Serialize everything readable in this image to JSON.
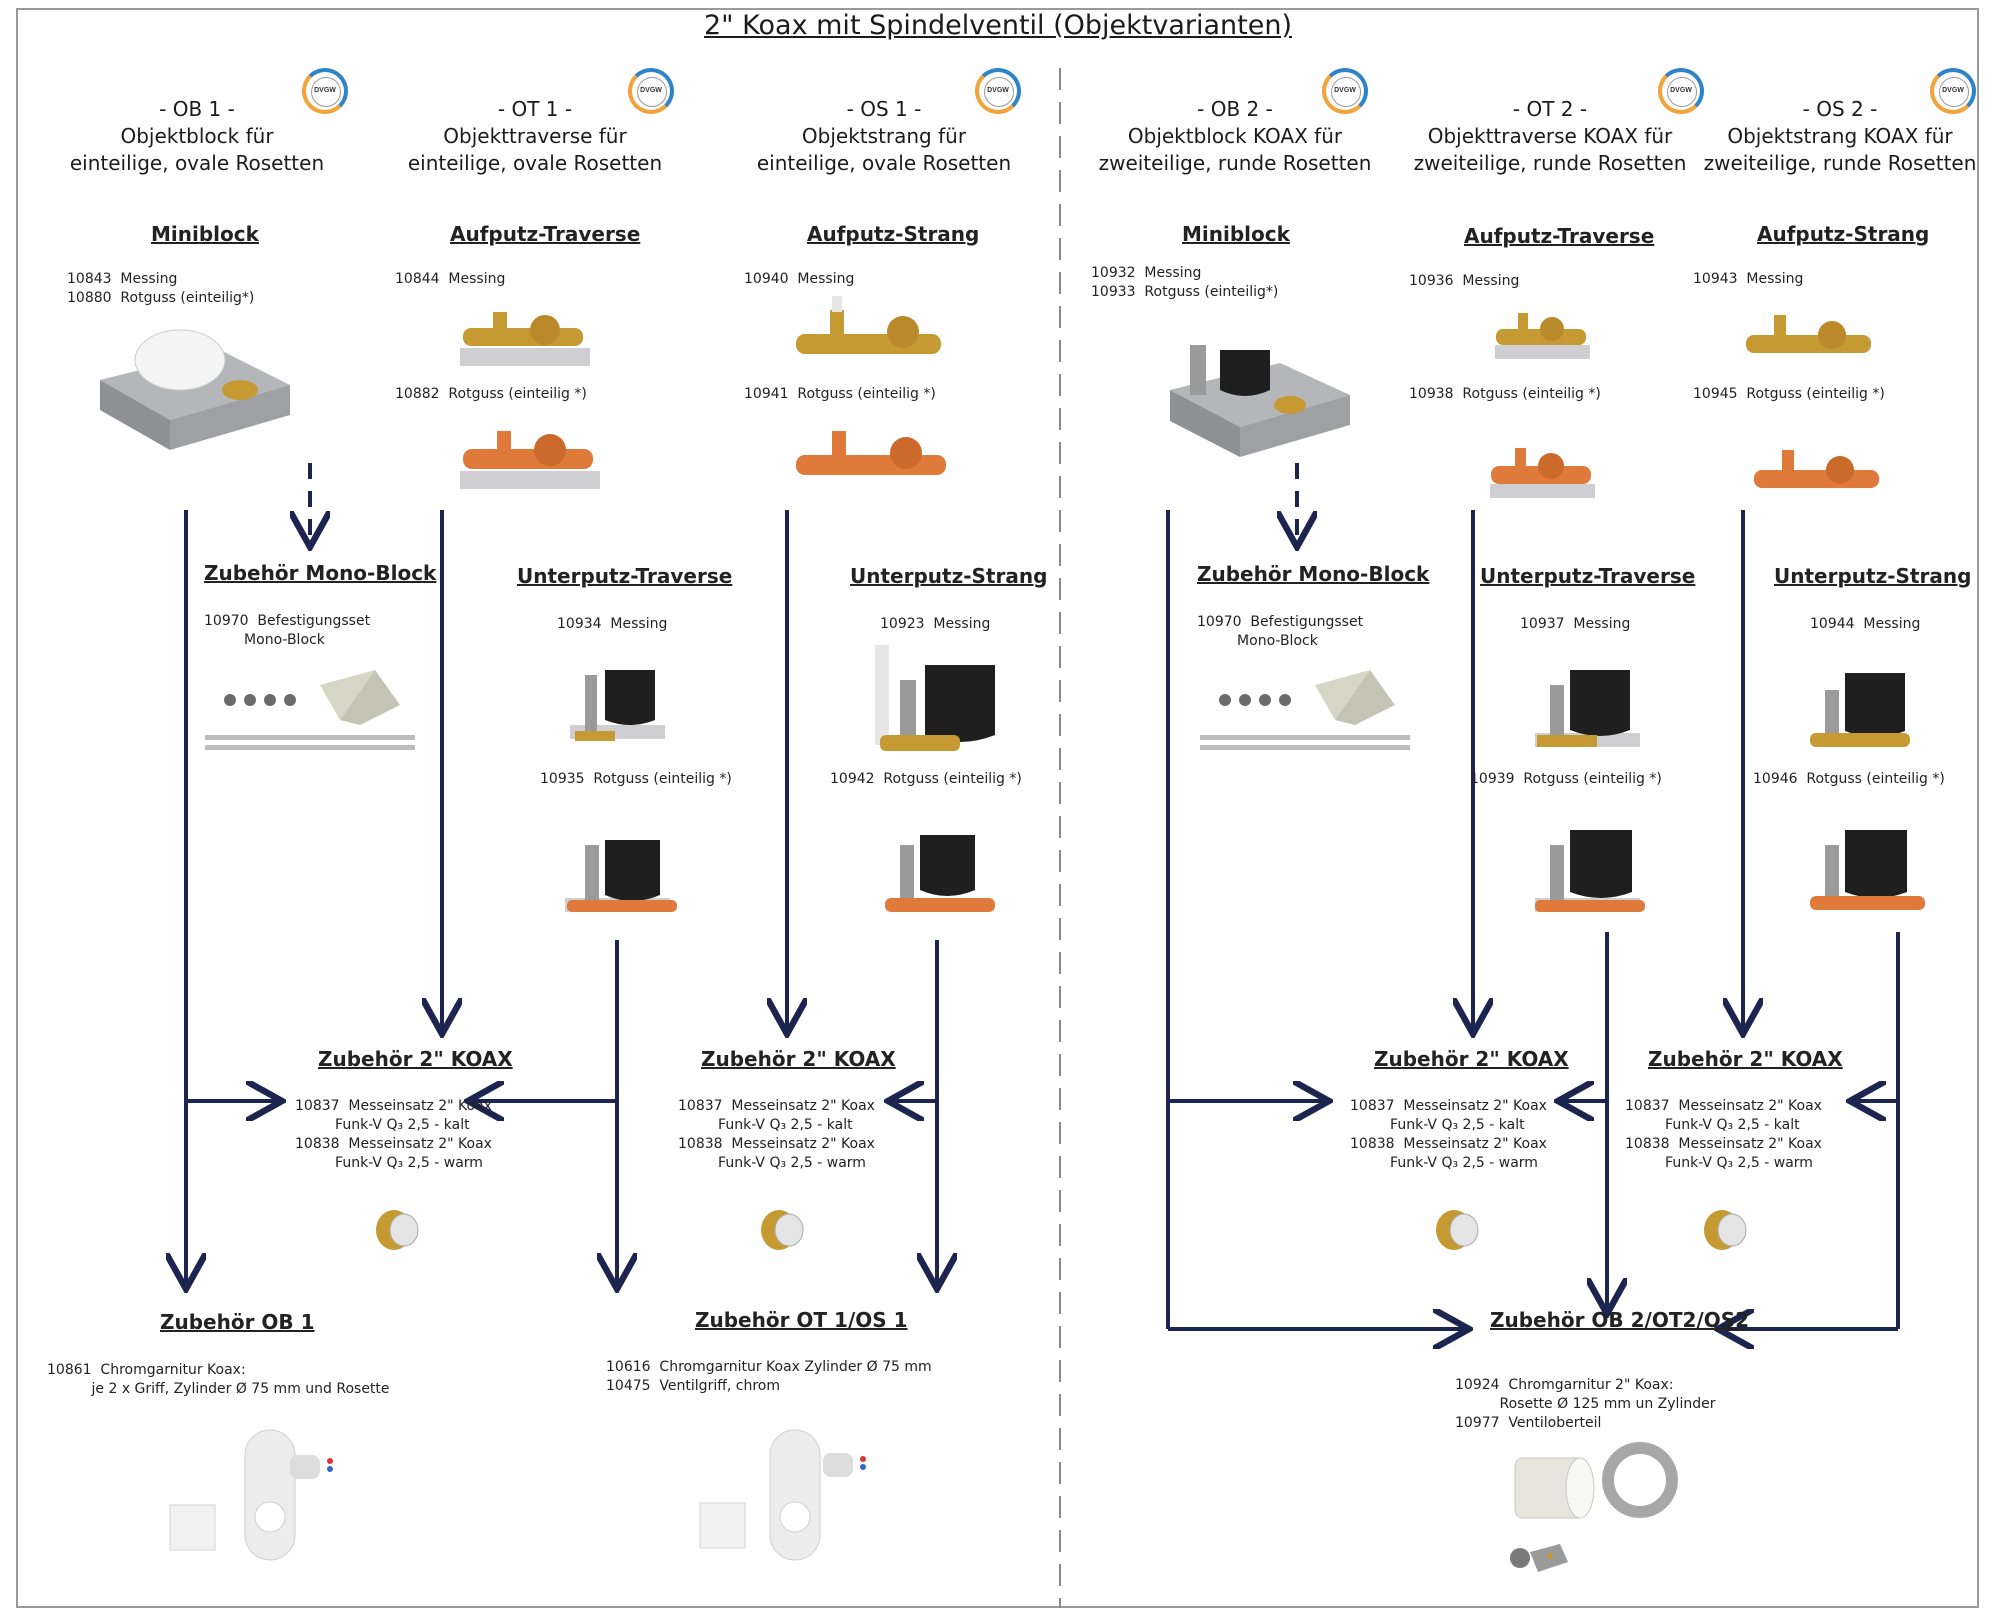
{
  "title": "2\" Koax mit Spindelventil (Objektvarianten)",
  "badge_text": "DVGW",
  "columns": [
    {
      "code": "- OB 1 -",
      "line1": "Objektblock für",
      "line2": "einteilige, ovale Rosetten"
    },
    {
      "code": "- OT 1 -",
      "line1": "Objekttraverse für",
      "line2": "einteilige, ovale Rosetten"
    },
    {
      "code": "- OS 1 -",
      "line1": "Objektstrang für",
      "line2": "einteilige, ovale Rosetten"
    },
    {
      "code": "- OB 2 -",
      "line1": "Objektblock KOAX für",
      "line2": "zweiteilige, runde Rosetten"
    },
    {
      "code": "- OT 2 -",
      "line1": "Objekttraverse KOAX für",
      "line2": "zweiteilige, runde Rosetten"
    },
    {
      "code": "- OS 2 -",
      "line1": "Objektstrang KOAX für",
      "line2": "zweiteilige, runde Rosetten"
    }
  ],
  "sections": {
    "miniblock1": {
      "title": "Miniblock",
      "items": "10843  Messing\n10880  Rotguss (einteilig*)"
    },
    "aufputz_traverse1": {
      "title": "Aufputz-Traverse",
      "item1": "10844  Messing",
      "item2": "10882  Rotguss (einteilig *)"
    },
    "aufputz_strang1": {
      "title": "Aufputz-Strang",
      "item1": "10940  Messing",
      "item2": "10941  Rotguss (einteilig *)"
    },
    "miniblock2": {
      "title": "Miniblock",
      "items": "10932  Messing\n10933  Rotguss (einteilig*)"
    },
    "aufputz_traverse2": {
      "title": "Aufputz-Traverse",
      "item1": "10936  Messing",
      "item2": "10938  Rotguss (einteilig *)"
    },
    "aufputz_strang2": {
      "title": "Aufputz-Strang",
      "item1": "10943  Messing",
      "item2": "10945  Rotguss (einteilig *)"
    },
    "mono1": {
      "title": "Zubehör Mono-Block",
      "items": "10970  Befestigungsset\n         Mono-Block"
    },
    "mono2": {
      "title": "Zubehör Mono-Block",
      "items": "10970  Befestigungsset\n         Mono-Block"
    },
    "unterputz_traverse1": {
      "title": "Unterputz-Traverse",
      "item1": "10934  Messing",
      "item2": "10935  Rotguss (einteilig *)"
    },
    "unterputz_strang1": {
      "title": "Unterputz-Strang",
      "item1": "10923  Messing",
      "item2": "10942  Rotguss (einteilig *)"
    },
    "unterputz_traverse2": {
      "title": "Unterputz-Traverse",
      "item1": "10937  Messing",
      "item2": "10939  Rotguss (einteilig *)"
    },
    "unterputz_strang2": {
      "title": "Unterputz-Strang",
      "item1": "10944  Messing",
      "item2": "10946  Rotguss (einteilig *)"
    },
    "koax": {
      "title": "Zubehör 2\" KOAX",
      "items": "10837  Messeinsatz 2\" Koax\n         Funk-V Q₃ 2,5 - kalt\n10838  Messeinsatz 2\" Koax\n         Funk-V Q₃ 2,5 - warm"
    },
    "ob1": {
      "title": "Zubehör OB 1",
      "items": "10861  Chromgarnitur Koax:\n          je 2 x Griff, Zylinder Ø 75 mm und Rosette"
    },
    "otos1": {
      "title": "Zubehör OT 1/OS 1",
      "items": "10616  Chromgarnitur Koax Zylinder Ø 75 mm\n10475  Ventilgriff, chrom"
    },
    "ob2": {
      "title": "Zubehör OB 2/OT2/OS2",
      "items": "10924  Chromgarnitur 2\" Koax:\n          Rosette Ø 125 mm un Zylinder\n10977  Ventiloberteil"
    }
  },
  "colors": {
    "arrow": "#1c2450",
    "brass": "#c69a32",
    "redbrass": "#e07a3a",
    "grey": "#a9a9ab",
    "black": "#1f1f1f"
  }
}
